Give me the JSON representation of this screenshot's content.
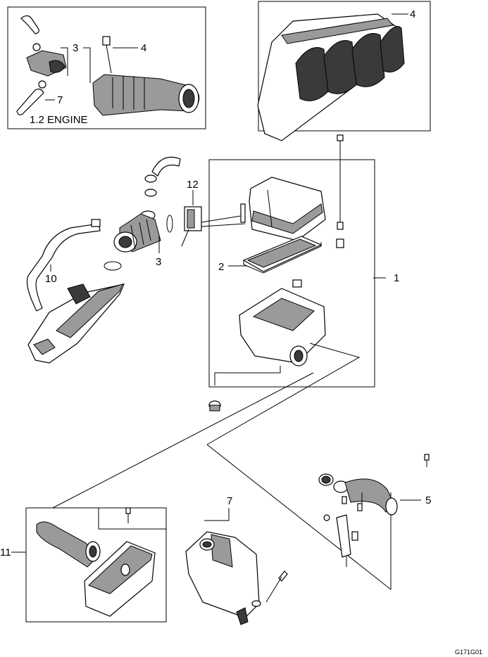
{
  "inset_label": "1.2 ENGINE",
  "callouts": {
    "c1": "1",
    "c2": "2",
    "c3a": "3",
    "c3b": "3",
    "c4a": "4",
    "c4b": "4",
    "c5": "5",
    "c7a": "7",
    "c7b": "7",
    "c10": "10",
    "c11": "11",
    "c12": "12"
  },
  "figure_code": "G171G01"
}
